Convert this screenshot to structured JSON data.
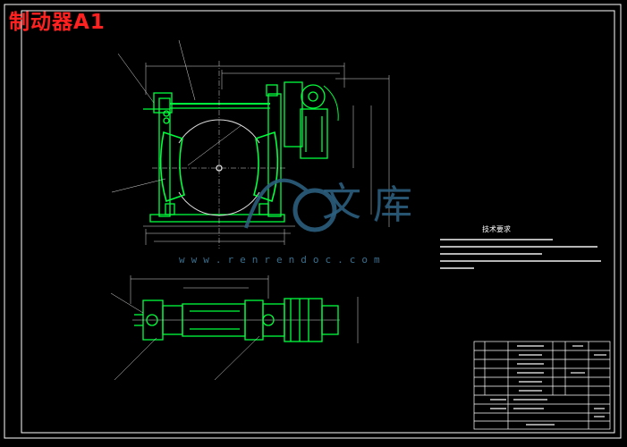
{
  "title": "制动器A1",
  "watermark": {
    "url": "www.renrendoc.com",
    "logo_chars": [
      "文",
      "库"
    ]
  },
  "tech_requirements": {
    "title": "技术要求"
  },
  "colors": {
    "background": "#000000",
    "frame": "#ffffff",
    "drawing": "#00ff3c",
    "dim": "#dcdcdc",
    "title": "#ff2020",
    "watermark": "#2c5f7e"
  }
}
